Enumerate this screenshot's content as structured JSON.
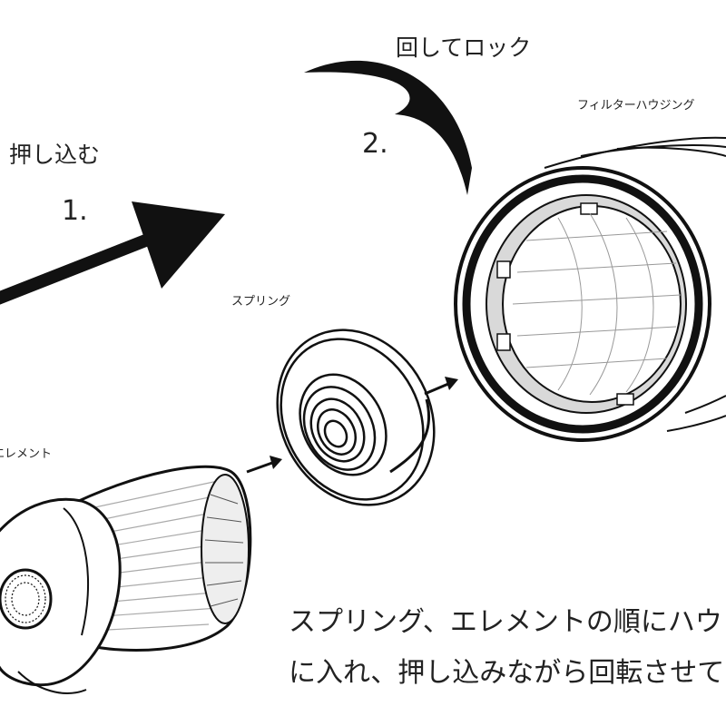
{
  "labels": {
    "push_in": "押し込む",
    "step1": "1.",
    "twist_lock": "回してロック",
    "step2": "2.",
    "filter_housing": "フィルターハウジング",
    "spring": "スプリング",
    "element": "エレメント"
  },
  "instructions": {
    "line1": "スプリング、エレメントの順にハウ",
    "line2": "に入れ、押し込みながら回転させてロ"
  },
  "colors": {
    "ink": "#111111",
    "gray": "#bdbdbd",
    "light_gray": "#d9d9d9"
  }
}
